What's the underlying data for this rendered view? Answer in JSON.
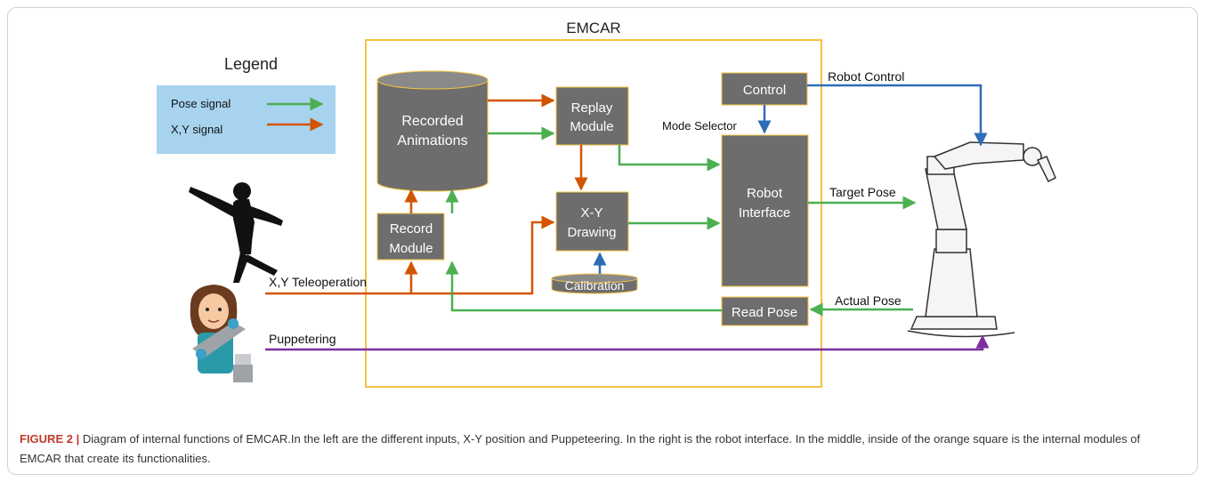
{
  "diagram": {
    "container_title": "EMCAR",
    "legend": {
      "title": "Legend",
      "items": [
        {
          "label": "Pose signal",
          "color": "#4caf50"
        },
        {
          "label": "X,Y signal",
          "color": "#d35400"
        }
      ]
    },
    "nodes": {
      "recorded_animations": [
        "Recorded",
        "Animations"
      ],
      "replay_module": [
        "Replay",
        "Module"
      ],
      "control": "Control",
      "xy_drawing": [
        "X-Y",
        "Drawing"
      ],
      "robot_interface": [
        "Robot",
        "Interface"
      ],
      "record_module": [
        "Record",
        "Module"
      ],
      "calibration": "Calibration",
      "read_pose": "Read Pose"
    },
    "edge_labels": {
      "robot_control": "Robot Control",
      "mode_selector": "Mode Selector",
      "target_pose": "Target Pose",
      "xy_teleoperation": "X,Y Teleoperation",
      "actual_pose": "Actual Pose",
      "puppetering": "Puppetering"
    },
    "colors": {
      "container": "#f5c242",
      "module_fill": "#6d6d6d",
      "module_border": "#f5c242",
      "pose_signal": "#4caf50",
      "xy_signal": "#d35400",
      "robot_control": "#2e6db5",
      "puppetering": "#7e2f9e",
      "legend_bg": "#a7d3ef"
    }
  },
  "caption": {
    "lead": "FIGURE 2 |",
    "text": " Diagram of internal functions of EMCAR.In the left are the different inputs, X-Y position and Puppeteering. In the right is the robot interface. In the middle, inside of the orange square is the internal modules of EMCAR that create its functionalities."
  }
}
